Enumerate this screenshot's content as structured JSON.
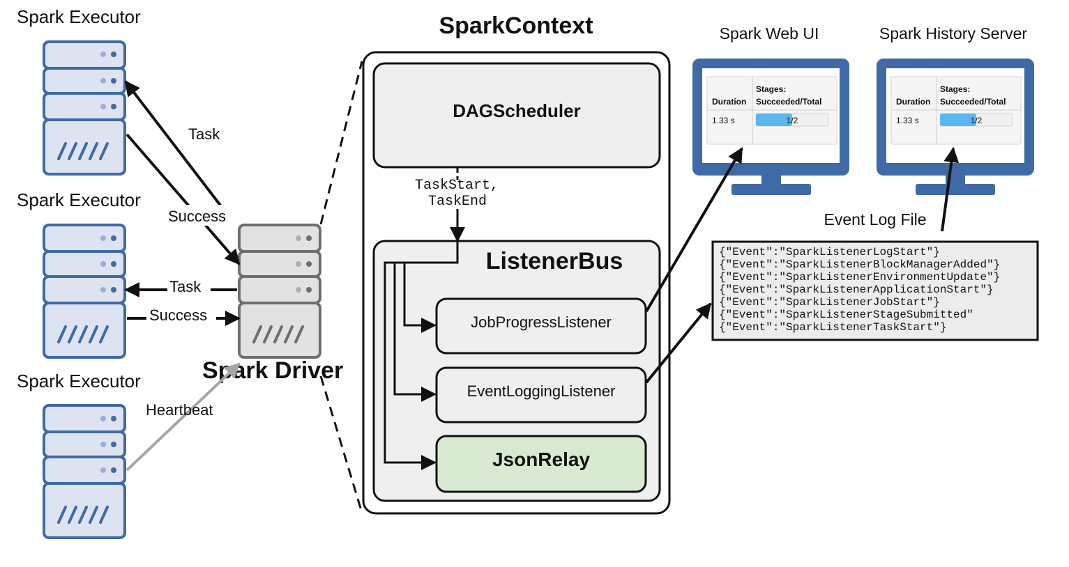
{
  "executors": [
    {
      "label": "Spark Executor"
    },
    {
      "label": "Spark Executor"
    },
    {
      "label": "Spark Executor"
    }
  ],
  "edges": {
    "task_1": "Task",
    "success_1": "Success",
    "task_2": "Task",
    "success_2": "Success",
    "heartbeat": "Heartbeat"
  },
  "driver": {
    "label": "Spark Driver"
  },
  "context": {
    "title": "SparkContext",
    "dag_scheduler": "DAGScheduler",
    "events_line1": "TaskStart,",
    "events_line2": "TaskEnd",
    "listener_bus": "ListenerBus",
    "listeners": [
      "JobProgressListener",
      "EventLoggingListener",
      "JsonRelay"
    ]
  },
  "web_ui": {
    "title": "Spark Web UI",
    "col_duration": "Duration",
    "col_stages_1": "Stages:",
    "col_stages_2": "Succeeded/Total",
    "duration_value": "1.33 s",
    "progress_text": "1/2",
    "progress_fraction": 0.5
  },
  "history_server": {
    "title": "Spark History Server",
    "col_duration": "Duration",
    "col_stages_1": "Stages:",
    "col_stages_2": "Succeeded/Total",
    "duration_value": "1.33 s",
    "progress_text": "1/2",
    "progress_fraction": 0.5
  },
  "event_log": {
    "title": "Event Log File",
    "lines": [
      "{\"Event\":\"SparkListenerLogStart\"}",
      "{\"Event\":\"SparkListenerBlockManagerAdded\"}",
      "{\"Event\":\"SparkListenerEnvironmentUpdate\"}",
      "{\"Event\":\"SparkListenerApplicationStart\"}",
      "{\"Event\":\"SparkListenerJobStart\"}",
      "{\"Event\":\"SparkListenerStageSubmitted\"",
      "{\"Event\":\"SparkListenerTaskStart\"}"
    ]
  },
  "colors": {
    "executor_fill": "#dde3f0",
    "executor_stroke": "#3f6aa6",
    "driver_fill": "#e2e2e2",
    "driver_stroke": "#6e6e6e",
    "json_relay_fill": "#d9ead3",
    "monitor_blue": "#3f6aa6",
    "progress_blue": "#5bb6ef"
  }
}
